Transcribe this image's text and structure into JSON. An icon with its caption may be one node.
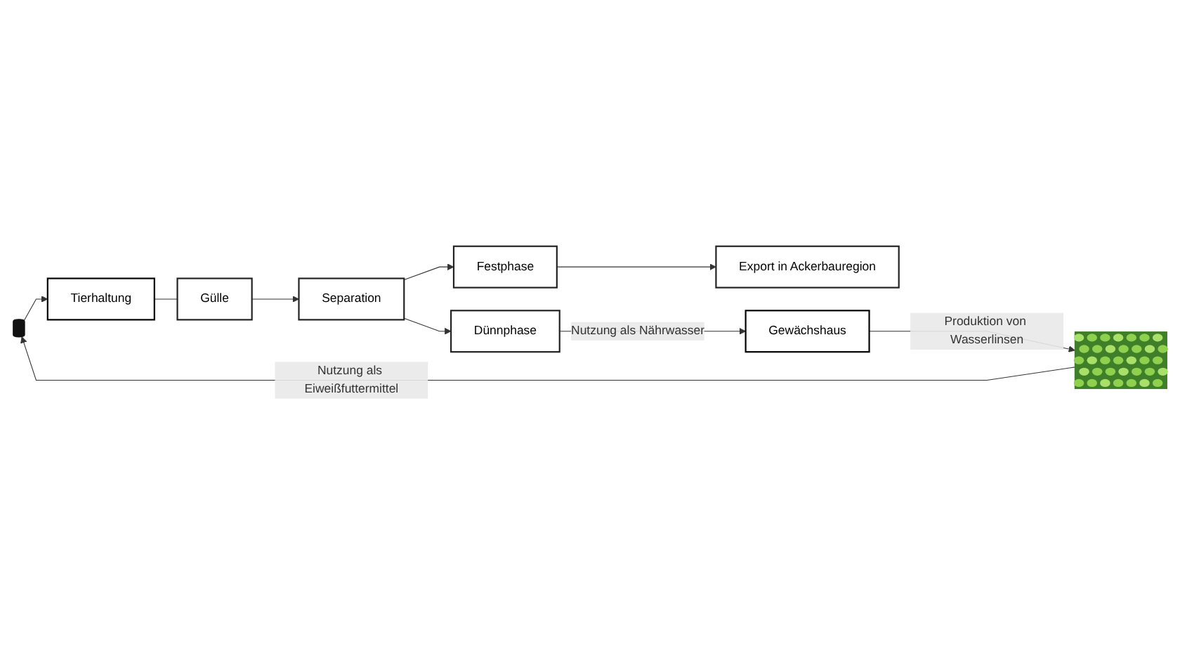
{
  "diagram": {
    "nodes": [
      {
        "text": [],
        "shape": "cylinder"
      },
      {
        "text": [
          "Tierhaltung"
        ]
      },
      {
        "text": [
          "Gülle"
        ]
      },
      {
        "text": [
          "Separation"
        ]
      },
      {
        "text": [
          "Festphase"
        ]
      },
      {
        "text": [
          "Export in Ackerbauregion"
        ]
      },
      {
        "text": [
          "Dünnphase"
        ]
      },
      {
        "text": [
          "Gewächshaus"
        ]
      },
      {
        "text": [],
        "shape": "picture"
      }
    ],
    "edges": [
      {
        "from": 0,
        "to": 1,
        "arrow": "to"
      },
      {
        "from": 1,
        "to": 2,
        "arrow": "none"
      },
      {
        "from": 2,
        "to": 3,
        "arrow": "to"
      },
      {
        "from": 3,
        "to": 4,
        "arrow": "to"
      },
      {
        "from": 4,
        "to": 5,
        "arrow": "to"
      },
      {
        "from": 3,
        "to": 6,
        "arrow": "to"
      },
      {
        "from": 6,
        "to": 7,
        "label": "Nutzung als Nährwasser",
        "arrow": "to"
      },
      {
        "from": 7,
        "to": 8,
        "label": "Produktion von Wasserlinsen",
        "arrow": "to"
      },
      {
        "from": 8,
        "to": 0,
        "label": "Nutzung als Eiweißfuttermittel",
        "arrow": "to"
      }
    ]
  }
}
